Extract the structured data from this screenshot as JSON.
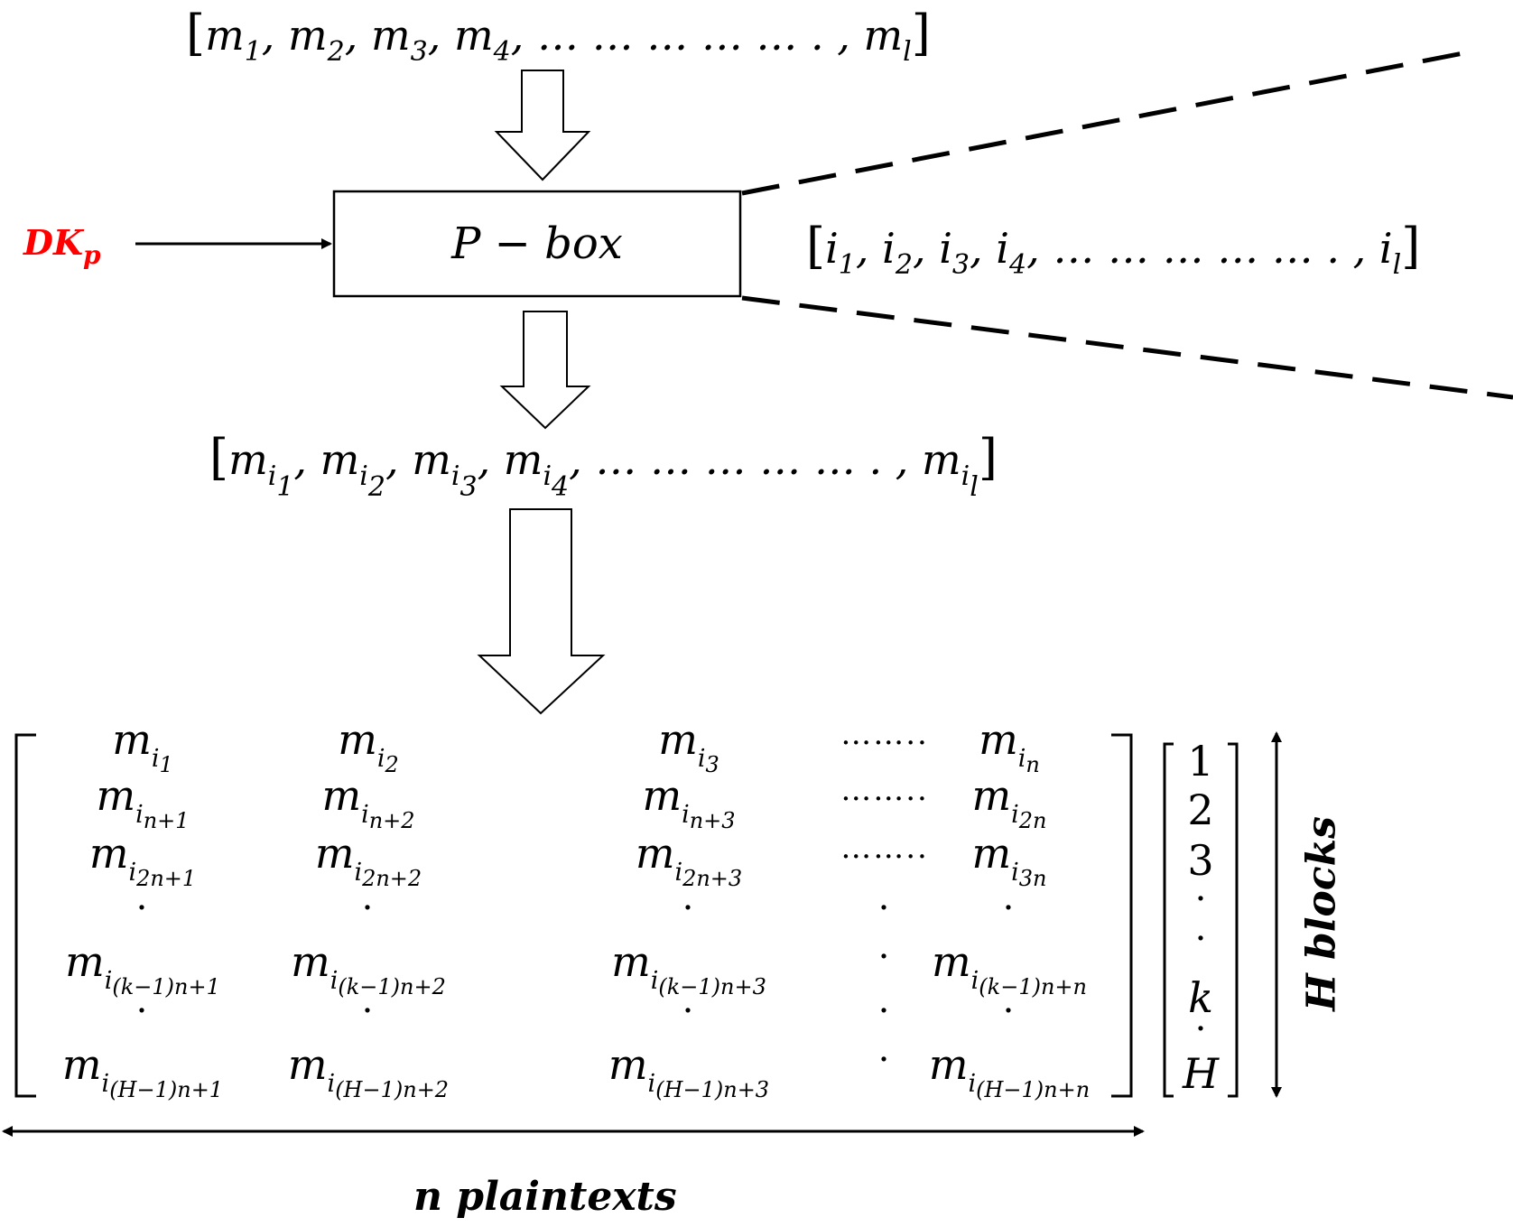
{
  "colors": {
    "key": "#ff0000",
    "line": "#000000"
  },
  "input_seq": {
    "parts": [
      "m",
      "1",
      ", m",
      "2",
      ", m",
      "3",
      ", m",
      "4",
      ", … … … … … . , m",
      "l"
    ]
  },
  "output_seq": {
    "parts": [
      "m",
      "i",
      "1",
      ", m",
      "i",
      "2",
      ", m",
      "i",
      "3",
      ", m",
      "i",
      "4",
      ", … … … … … . , m",
      "i",
      "l"
    ]
  },
  "index_seq": {
    "parts": [
      "i",
      "1",
      ", i",
      "2",
      ", i",
      "3",
      ", i",
      "4",
      ", … … … … … . , i",
      "l"
    ]
  },
  "pbox": {
    "label": "P − box"
  },
  "key": {
    "name": "DK",
    "sub": "p"
  },
  "matrix": {
    "rows": [
      [
        "m|i1",
        "m|i2",
        "m|i3",
        "……..",
        "m|in"
      ],
      [
        "m|in+1",
        "m|in+2",
        "m|in+3",
        "……..",
        "m|i2n"
      ],
      [
        "m|i2n+1",
        "m|i2n+2",
        "m|i2n+3",
        "……..",
        "m|i3n"
      ],
      [
        ".",
        ".",
        ".",
        ".",
        "."
      ],
      [
        "m|i(k−1)n+1",
        "m|i(k−1)n+2",
        "m|i(k−1)n+3",
        ".",
        "m|i(k−1)n+n"
      ],
      [
        ".",
        ".",
        ".",
        ".",
        "."
      ],
      [
        "m|i(H−1)n+1",
        "m|i(H−1)n+2",
        "m|i(H−1)n+3",
        ".",
        "m|i(H−1)n+n"
      ]
    ]
  },
  "block_index": [
    "1",
    "2",
    "3",
    ".",
    ".",
    "k",
    ".",
    "H"
  ],
  "labels": {
    "h_blocks": "H blocks",
    "n_plaintexts": "n plaintexts"
  }
}
